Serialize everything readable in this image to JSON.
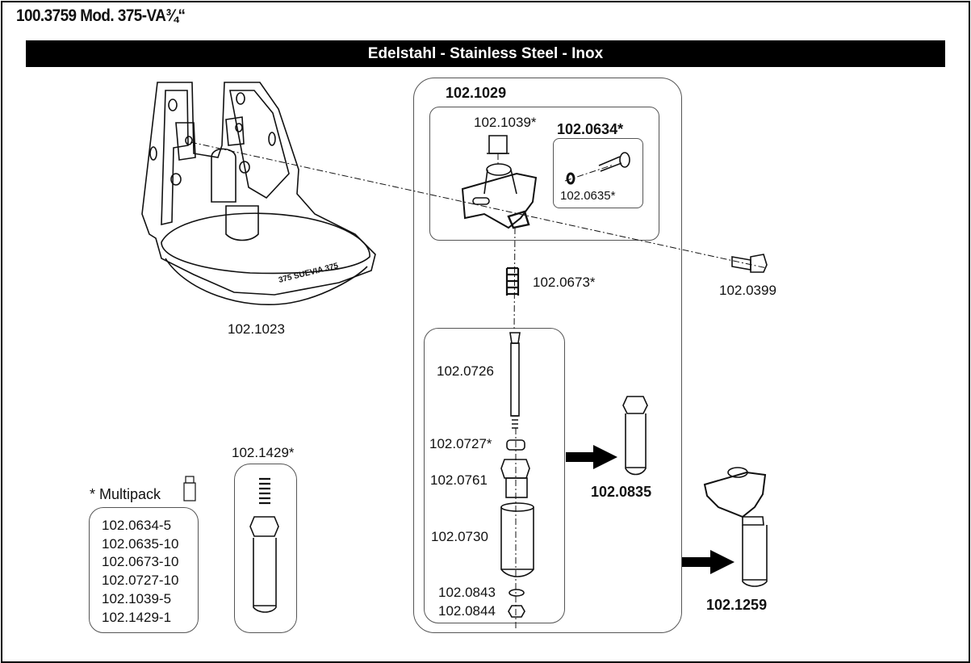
{
  "document": {
    "title": "100.3759 Mod. 375-VA¾“",
    "material_banner": "Edelstahl - Stainless Steel - Inox"
  },
  "parts": {
    "bowl": "102.1023",
    "bowl_engraving": "375  SUEVIA 375",
    "valve_assembly": "102.1029",
    "plug": "102.1039*",
    "screw_set": "102.0634*",
    "o_ring": "102.0635*",
    "bolt": "102.0399",
    "spring": "102.0673*",
    "valve_stem": "102.0726",
    "washer": "102.0727*",
    "nut_sleeve": "102.0761",
    "tube": "102.0730",
    "small_washer": "102.0843",
    "small_nut": "102.0844",
    "tube_assembly": "102.0835",
    "complete_valve": "102.1259",
    "spring_tube_kit": "102.1429*"
  },
  "multipack": {
    "heading": "* Multipack",
    "icon": "package-icon",
    "items": [
      "102.0634-5",
      "102.0635-10",
      "102.0673-10",
      "102.0727-10",
      "102.1039-5",
      "102.1429-1"
    ]
  }
}
